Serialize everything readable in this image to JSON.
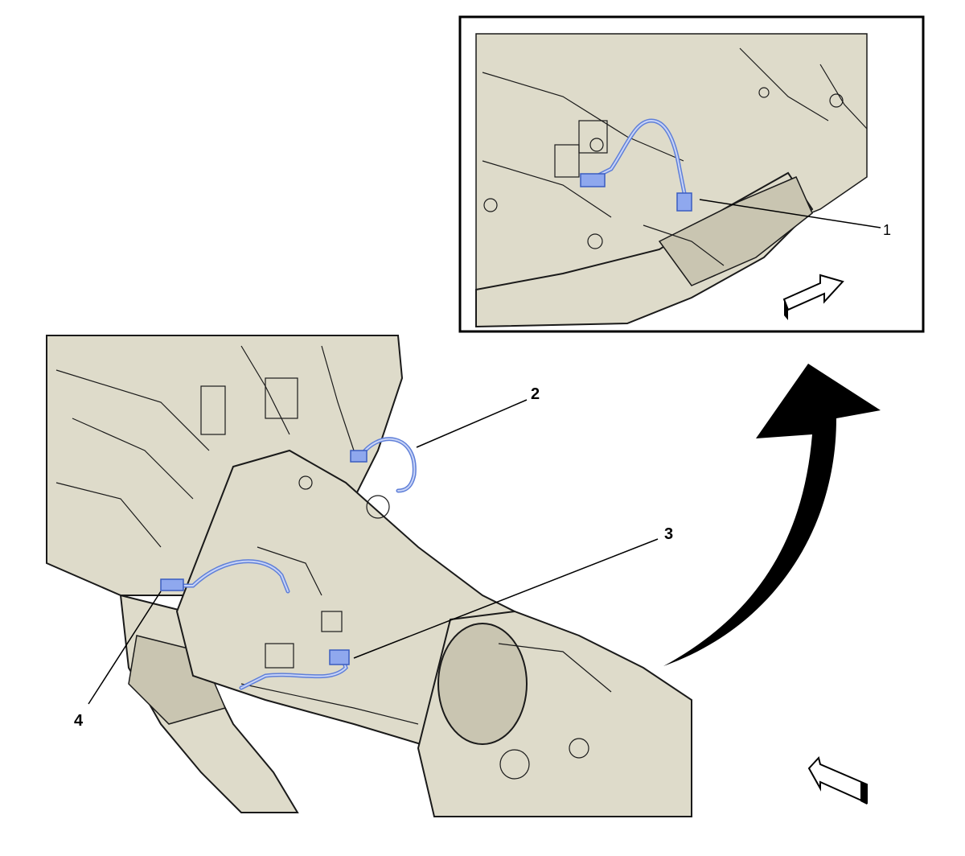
{
  "colors": {
    "background": "#ffffff",
    "component_fill": "#dedbca",
    "component_shadow": "#c9c5b1",
    "line_art": "#1a1a1a",
    "wiring_highlight": "#8fa8ee",
    "wiring_highlight_dark": "#5f7fd8",
    "frame_border": "#000000"
  },
  "callouts": [
    {
      "id": "1",
      "label": "1"
    },
    {
      "id": "2",
      "label": "2"
    },
    {
      "id": "3",
      "label": "3"
    },
    {
      "id": "4",
      "label": "4"
    }
  ],
  "icons": {
    "view_arrow_main": "view-direction-arrow-icon",
    "view_arrow_inset": "view-direction-arrow-icon",
    "transition_arrow": "curved-arrow-icon"
  }
}
